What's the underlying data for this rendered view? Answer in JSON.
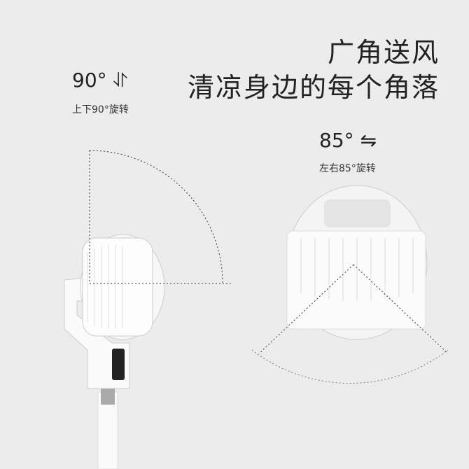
{
  "headline": {
    "line1": "广角送风",
    "line2": "清凉身边的每个角落"
  },
  "vertical_rotation": {
    "angle": "90° ⥯",
    "caption": "上下90°旋转"
  },
  "horizontal_rotation": {
    "angle": "85° ⇋",
    "caption": "左右85°旋转"
  }
}
